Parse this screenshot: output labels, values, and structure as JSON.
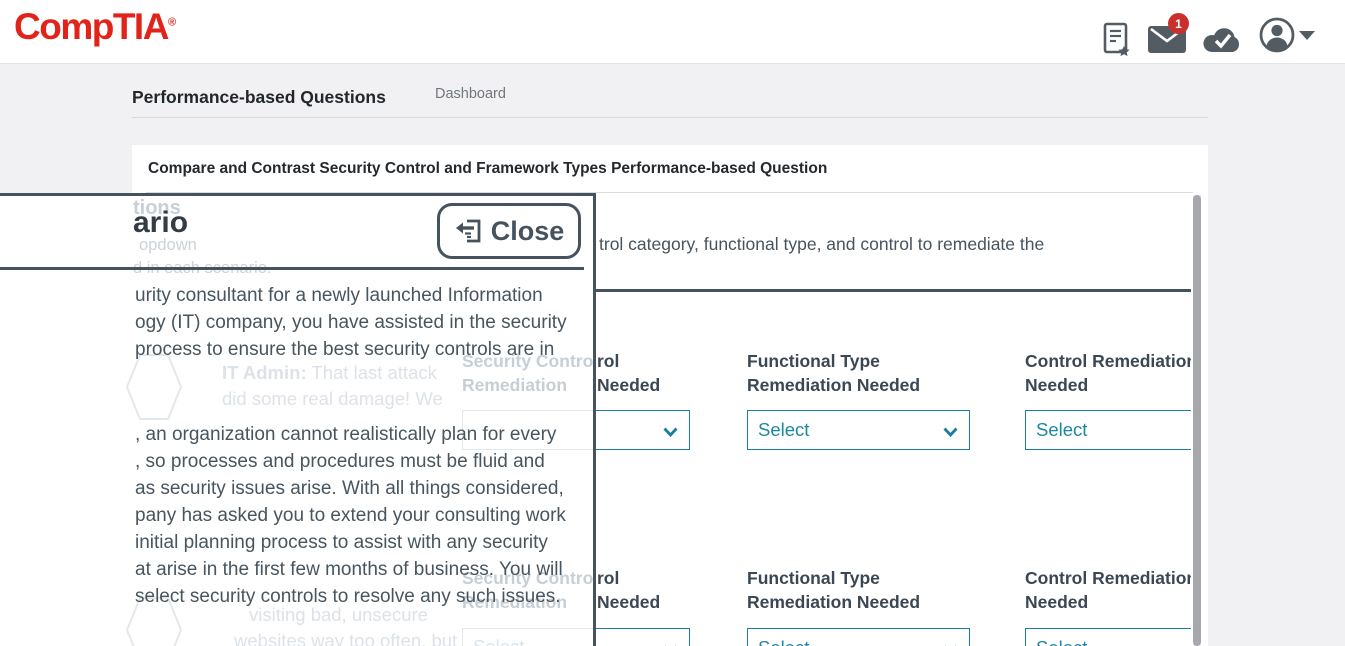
{
  "header": {
    "logo": "CompTIA",
    "logo_reg": "®",
    "mail_badge": "1"
  },
  "nav": {
    "title": "Performance-based Questions",
    "tab_dashboard": "Dashboard"
  },
  "card": {
    "title": "Compare and Contrast Security Control and Framework Types Performance-based Question",
    "instruction_fragment": "trol category, functional type, and control to remediate the"
  },
  "grid": {
    "select_label": "Select",
    "rows": [
      {
        "col1_line1": "rol",
        "col1_line2": "Needed",
        "col2_line1": "Functional Type",
        "col2_line2": "Remediation Needed",
        "col3_line1": "Control Remediation",
        "col3_line2": "Needed"
      },
      {
        "col1_line1": "rol",
        "col1_line2": "Needed",
        "col2_line1": "Functional Type",
        "col2_line2": "Remediation Needed",
        "col3_line1": "Control Remediation",
        "col3_line2": "Needed"
      }
    ]
  },
  "modal": {
    "heading_fragment": "ario",
    "close_label": "Close",
    "paragraph1_lines": [
      "urity consultant for a newly launched Information",
      "ogy (IT) company, you have assisted in the security",
      "process to ensure the best security controls are in"
    ],
    "paragraph2_lines": [
      ", an organization cannot realistically plan for every",
      ", so processes and procedures must be fluid and",
      "as security issues arise. With all things considered,",
      "pany has asked you to extend your consulting work",
      "initial planning process to assist with any security",
      "at arise in the first few months of business. You will",
      "select security controls to resolve any such issues."
    ],
    "faded": {
      "line_tions": "tions",
      "line_opdown": "opdown",
      "line_scenario": "d in each scenario.",
      "chat1_speaker": "IT Admin:",
      "chat1_rest": "That last attack",
      "chat1_line2": "did some real damage! We",
      "chat2_line1": "visiting bad, unsecure",
      "chat2_line2": "websites way too often, but",
      "col_header_line1": "Security Control",
      "col_header_line2": "Remediation",
      "select_fragment": "Select"
    }
  },
  "colors": {
    "logo_red": "#e2231a",
    "accent_teal": "#1a7e9d",
    "badge_red": "#c9302c",
    "dark_slate": "#46525e"
  }
}
